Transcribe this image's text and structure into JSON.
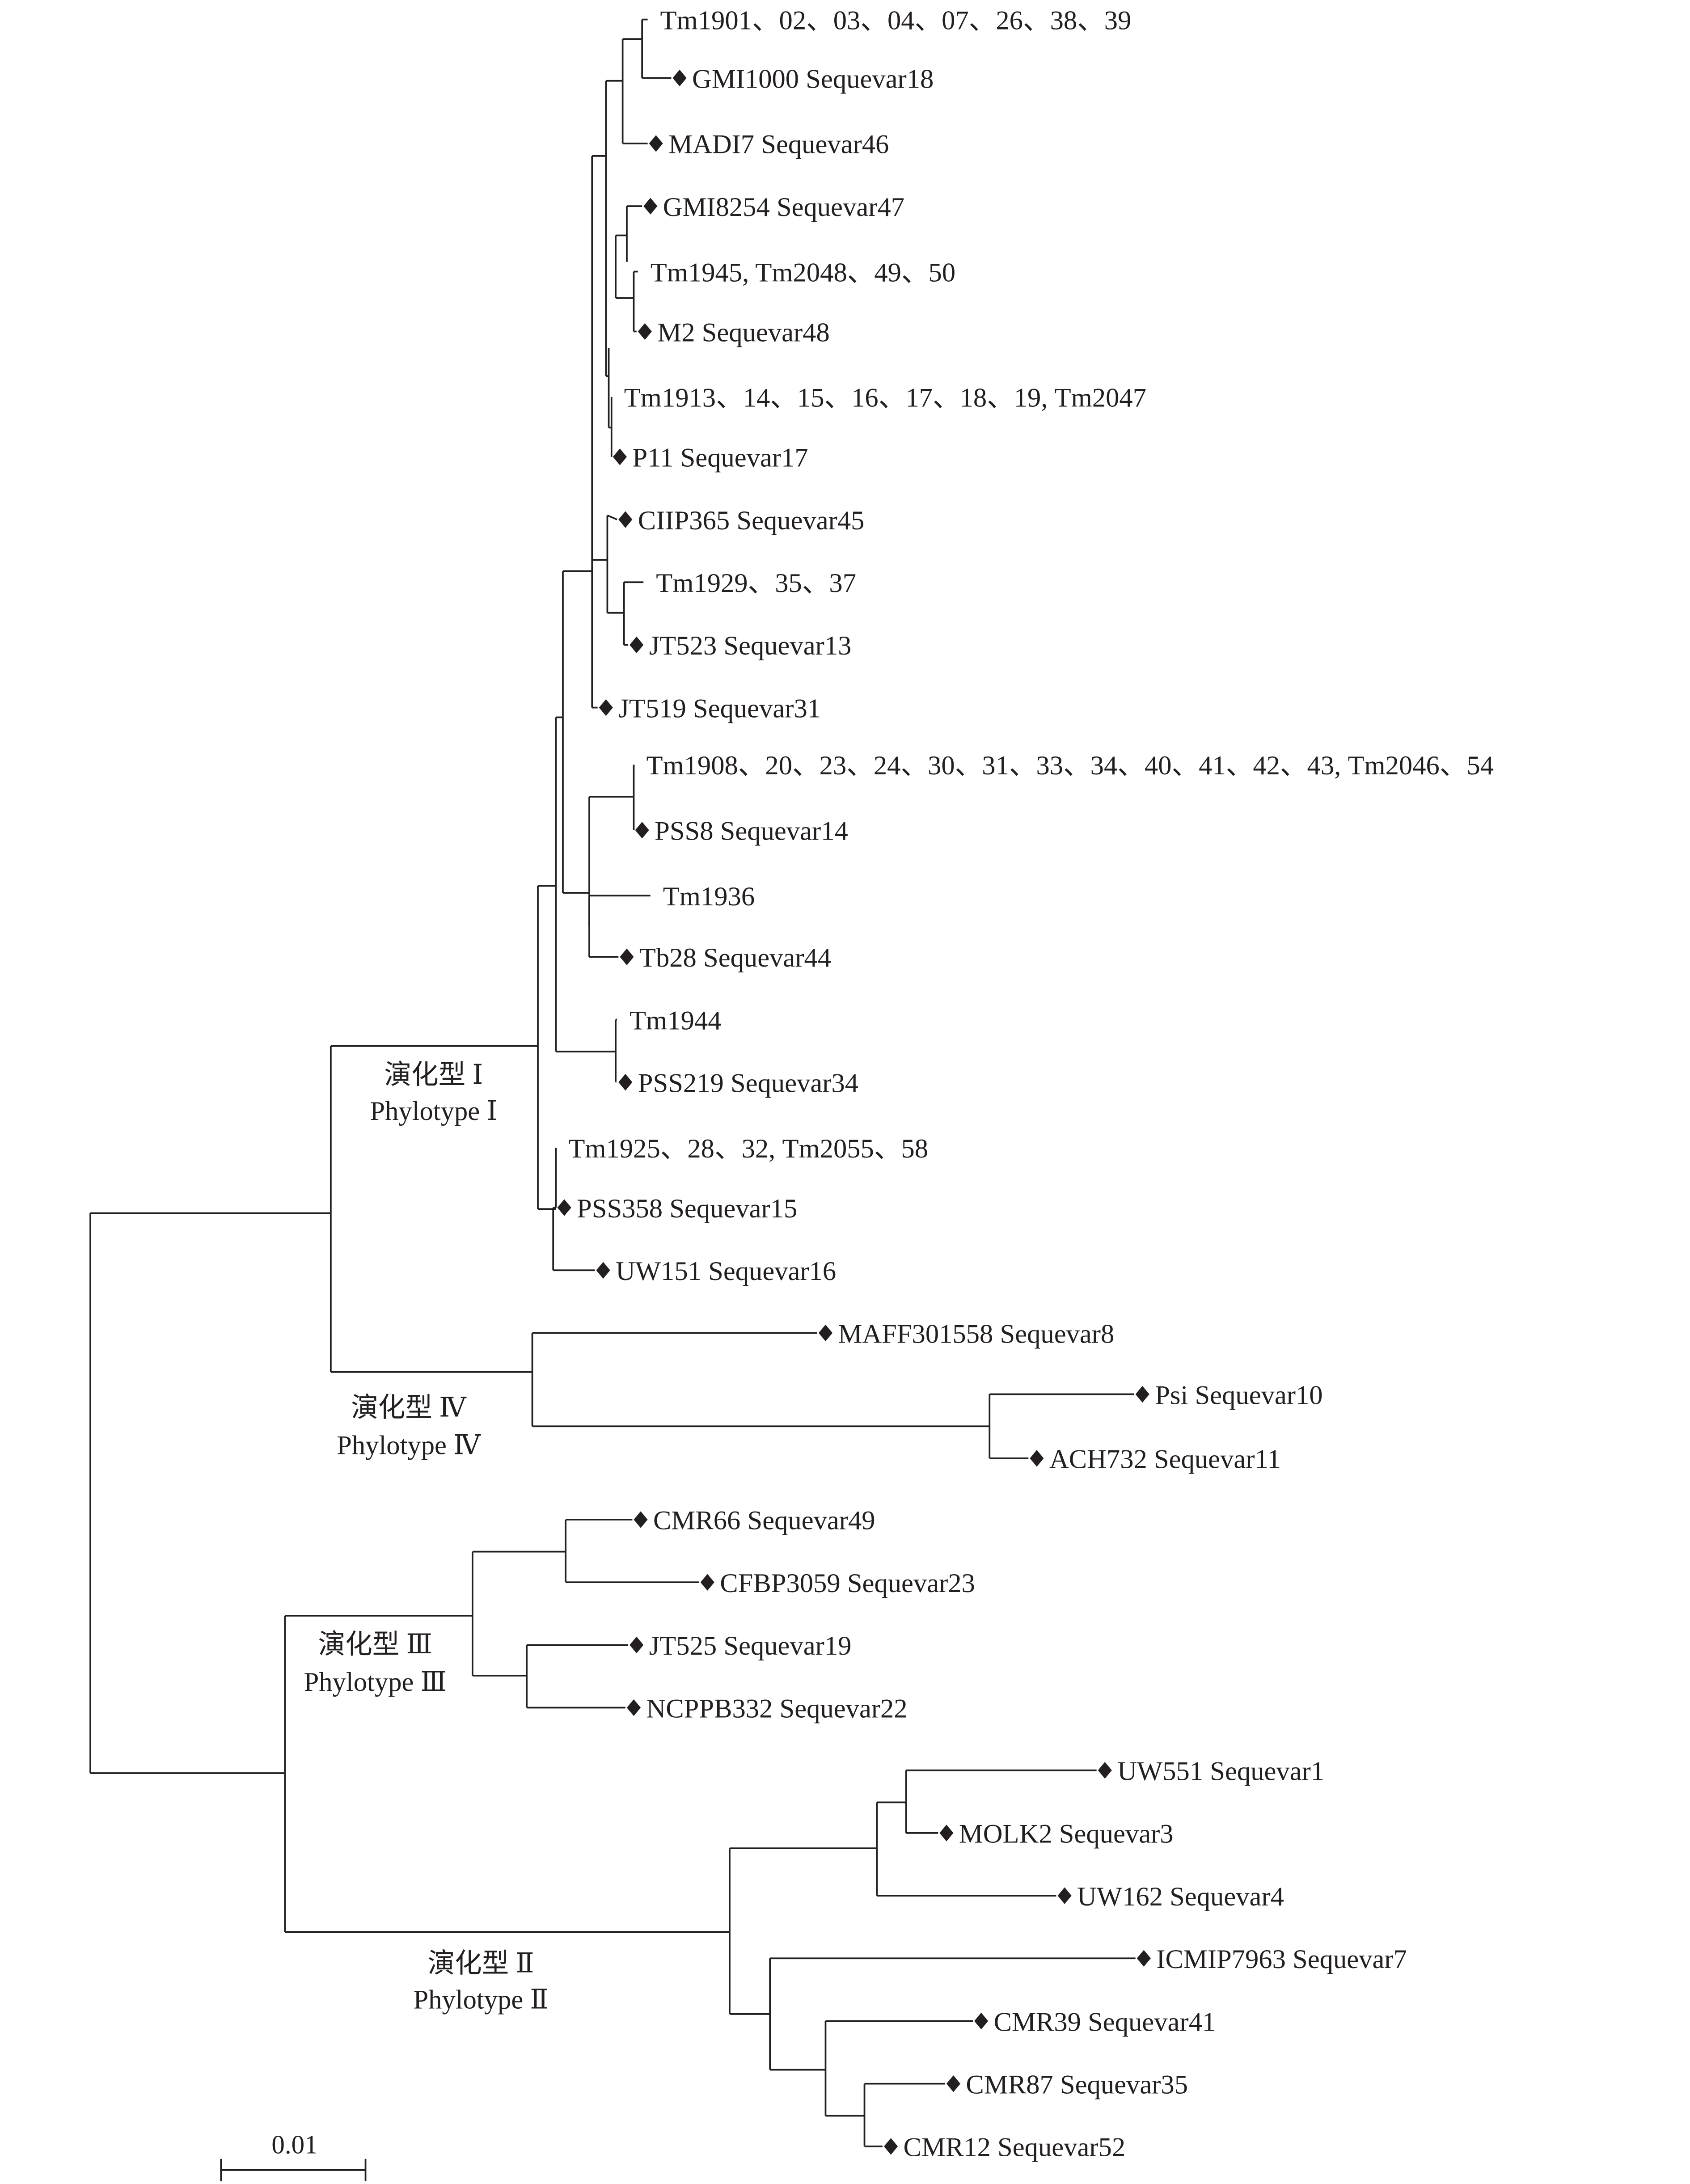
{
  "figure": {
    "type": "phylogenetic-tree",
    "marker_symbol": "◆",
    "line_color": "#231f20",
    "scale_bar": {
      "label": "0.01",
      "value": 0.01
    }
  },
  "leaves": [
    {
      "id": "L1",
      "label": "Tm1901、02、03、04、07、26、38、39",
      "marked": false
    },
    {
      "id": "L2",
      "label": "GMI1000 Sequevar18",
      "marked": true
    },
    {
      "id": "L3",
      "label": "MADI7 Sequevar46",
      "marked": true
    },
    {
      "id": "L4",
      "label": "GMI8254 Sequevar47",
      "marked": true
    },
    {
      "id": "L5",
      "label": "Tm1945, Tm2048、49、50",
      "marked": false
    },
    {
      "id": "L6",
      "label": "M2 Sequevar48",
      "marked": true
    },
    {
      "id": "L7",
      "label": "Tm1913、14、15、16、17、18、19, Tm2047",
      "marked": false
    },
    {
      "id": "L8",
      "label": "P11 Sequevar17",
      "marked": true
    },
    {
      "id": "L9",
      "label": "CIIP365 Sequevar45",
      "marked": true
    },
    {
      "id": "L10",
      "label": "Tm1929、35、37",
      "marked": false
    },
    {
      "id": "L11",
      "label": "JT523 Sequevar13",
      "marked": true
    },
    {
      "id": "L12",
      "label": "JT519 Sequevar31",
      "marked": true
    },
    {
      "id": "L13",
      "label": "Tm1908、20、23、24、30、31、33、34、40、41、42、43, Tm2046、54",
      "marked": false
    },
    {
      "id": "L14",
      "label": "PSS8 Sequevar14",
      "marked": true
    },
    {
      "id": "L15",
      "label": "Tm1936",
      "marked": false
    },
    {
      "id": "L16",
      "label": "Tb28 Sequevar44",
      "marked": true
    },
    {
      "id": "L17",
      "label": "Tm1944",
      "marked": false
    },
    {
      "id": "L18",
      "label": "PSS219 Sequevar34",
      "marked": true
    },
    {
      "id": "L19",
      "label": "Tm1925、28、32, Tm2055、58",
      "marked": false
    },
    {
      "id": "L20",
      "label": "PSS358 Sequevar15",
      "marked": true
    },
    {
      "id": "L21",
      "label": "UW151 Sequevar16",
      "marked": true
    },
    {
      "id": "L22",
      "label": "MAFF301558 Sequevar8",
      "marked": true
    },
    {
      "id": "L23",
      "label": "Psi Sequevar10",
      "marked": true
    },
    {
      "id": "L24",
      "label": "ACH732 Sequevar11",
      "marked": true
    },
    {
      "id": "L25",
      "label": "CMR66 Sequevar49",
      "marked": true
    },
    {
      "id": "L26",
      "label": "CFBP3059 Sequevar23",
      "marked": true
    },
    {
      "id": "L27",
      "label": "JT525 Sequevar19",
      "marked": true
    },
    {
      "id": "L28",
      "label": "NCPPB332 Sequevar22",
      "marked": true
    },
    {
      "id": "L29",
      "label": "UW551 Sequevar1",
      "marked": true
    },
    {
      "id": "L30",
      "label": "MOLK2 Sequevar3",
      "marked": true
    },
    {
      "id": "L31",
      "label": "UW162 Sequevar4",
      "marked": true
    },
    {
      "id": "L32",
      "label": "ICMIP7963 Sequevar7",
      "marked": true
    },
    {
      "id": "L33",
      "label": "CMR39 Sequevar41",
      "marked": true
    },
    {
      "id": "L34",
      "label": "CMR87 Sequevar35",
      "marked": true
    },
    {
      "id": "L35",
      "label": "CMR12 Sequevar52",
      "marked": true
    }
  ],
  "clades": [
    {
      "id": "C1",
      "zh": "演化型 Ⅰ",
      "en": "Phylotype Ⅰ"
    },
    {
      "id": "C4",
      "zh": "演化型 Ⅳ",
      "en": "Phylotype Ⅳ"
    },
    {
      "id": "C3",
      "zh": "演化型 Ⅲ",
      "en": "Phylotype Ⅲ"
    },
    {
      "id": "C2",
      "zh": "演化型 Ⅱ",
      "en": "Phylotype Ⅱ"
    }
  ]
}
